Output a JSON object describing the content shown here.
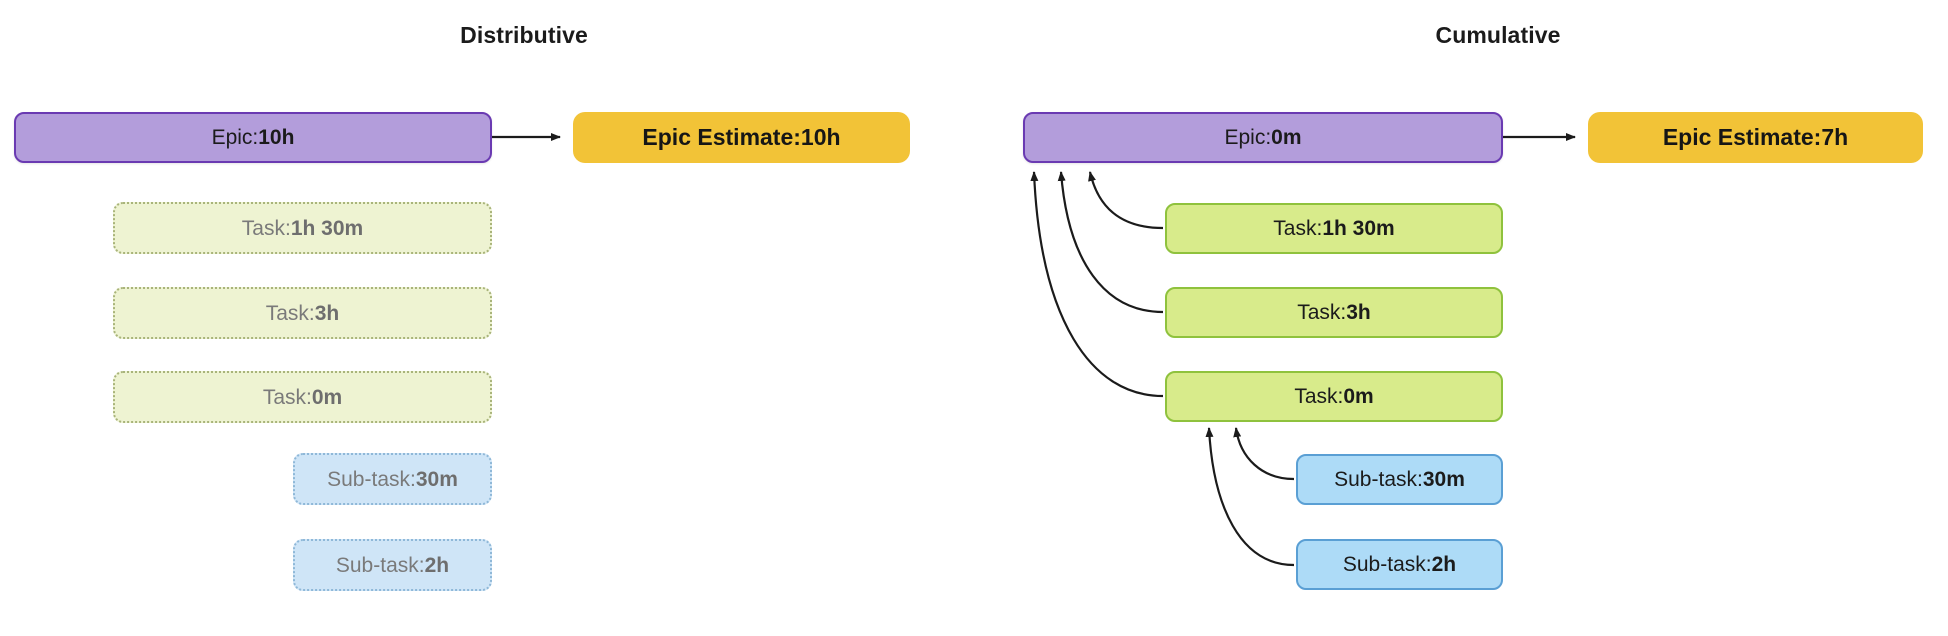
{
  "panels": {
    "left": {
      "title": "Distributive"
    },
    "right": {
      "title": "Cumulative"
    }
  },
  "colors": {
    "epic_fill": "#b39ddb",
    "epic_border": "#6a3ab2",
    "estimate_fill": "#f2c337",
    "task_fill_solid": "#d8eb8b",
    "task_border_solid": "#8fc23d",
    "task_fill_dotted": "#eef3d2",
    "task_border_dotted": "#a9b47a",
    "subtask_fill_solid": "#addbf7",
    "subtask_border_solid": "#5a9fd4",
    "subtask_fill_dotted": "#cfe5f7",
    "subtask_border_dotted": "#8fb8d8",
    "arrow": "#1b1b1b",
    "title_text": "#1b1b1b",
    "muted_text": "#7a7a7a"
  },
  "distributive": {
    "epic": {
      "label": "Epic: ",
      "value": "10h"
    },
    "estimate": {
      "label": "Epic Estimate: ",
      "value": "10h"
    },
    "tasks": [
      {
        "label": "Task: ",
        "value": "1h 30m"
      },
      {
        "label": "Task: ",
        "value": "3h"
      },
      {
        "label": "Task: ",
        "value": "0m"
      }
    ],
    "subtasks": [
      {
        "label": "Sub-task: ",
        "value": "30m"
      },
      {
        "label": "Sub-task: ",
        "value": "2h"
      }
    ]
  },
  "cumulative": {
    "epic": {
      "label": "Epic: ",
      "value": "0m"
    },
    "estimate": {
      "label": "Epic Estimate: ",
      "value": "7h"
    },
    "tasks": [
      {
        "label": "Task: ",
        "value": "1h 30m"
      },
      {
        "label": "Task: ",
        "value": "3h"
      },
      {
        "label": "Task: ",
        "value": "0m"
      }
    ],
    "subtasks": [
      {
        "label": "Sub-task: ",
        "value": "30m"
      },
      {
        "label": "Sub-task: ",
        "value": "2h"
      }
    ]
  }
}
